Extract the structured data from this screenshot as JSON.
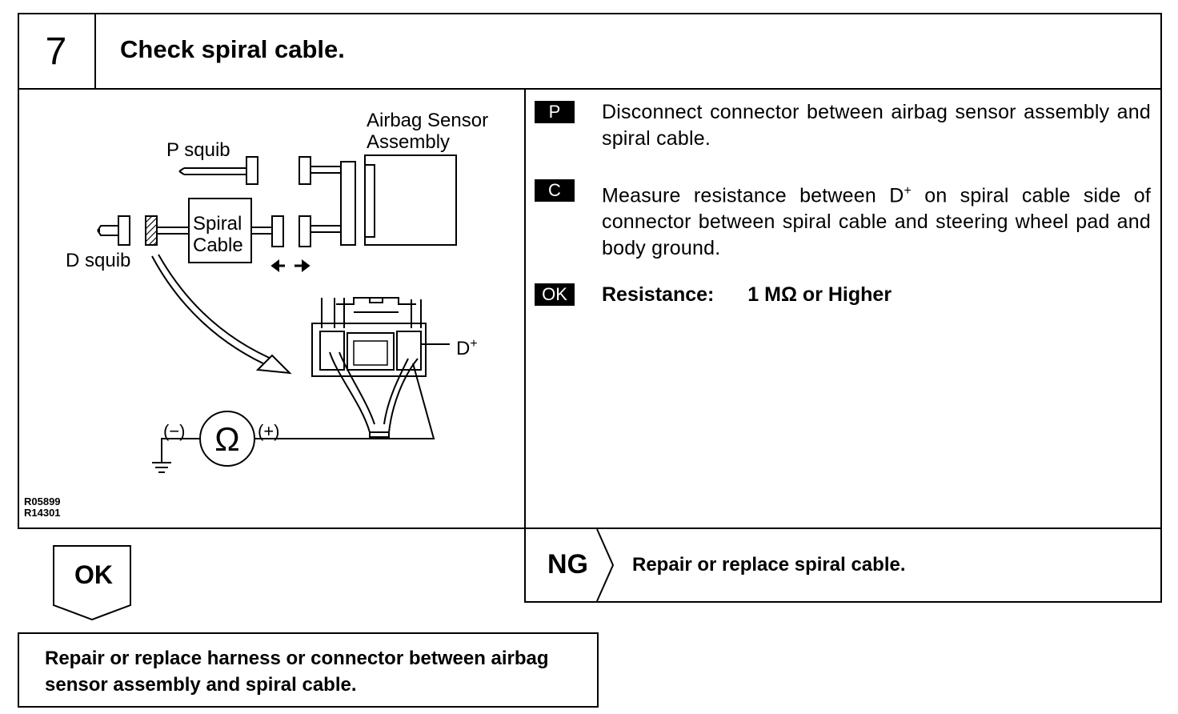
{
  "header": {
    "step_number": "7",
    "title": "Check spiral cable."
  },
  "diagram": {
    "label_airbag_sensor": "Airbag Sensor",
    "label_assembly": "Assembly",
    "label_p_squib": "P squib",
    "label_d_squib": "D squib",
    "label_spiral": "Spiral",
    "label_cable": "Cable",
    "label_d_plus": "D",
    "label_d_plus_sup": "+",
    "label_minus": "(−)",
    "label_plus": "(+)",
    "label_ohm": "Ω",
    "drawing_code_1": "R05899",
    "drawing_code_2": "R14301"
  },
  "instructions": {
    "p_tag": "P",
    "p_text": "Disconnect connector between airbag sensor assembly and spiral cable.",
    "c_tag": "C",
    "c_text_1": "Measure resistance between D",
    "c_text_sup": "+",
    "c_text_2": " on spiral cable side of connector between spiral cable and steering wheel pad and body ground.",
    "ok_tag": "OK",
    "ok_label": "Resistance:",
    "ok_value": "1 MΩ or Higher"
  },
  "ng": {
    "label": "NG",
    "text": "Repair or replace spiral cable."
  },
  "ok": {
    "label": "OK",
    "result": "Repair or replace harness or connector between airbag sensor assembly and spiral cable."
  }
}
